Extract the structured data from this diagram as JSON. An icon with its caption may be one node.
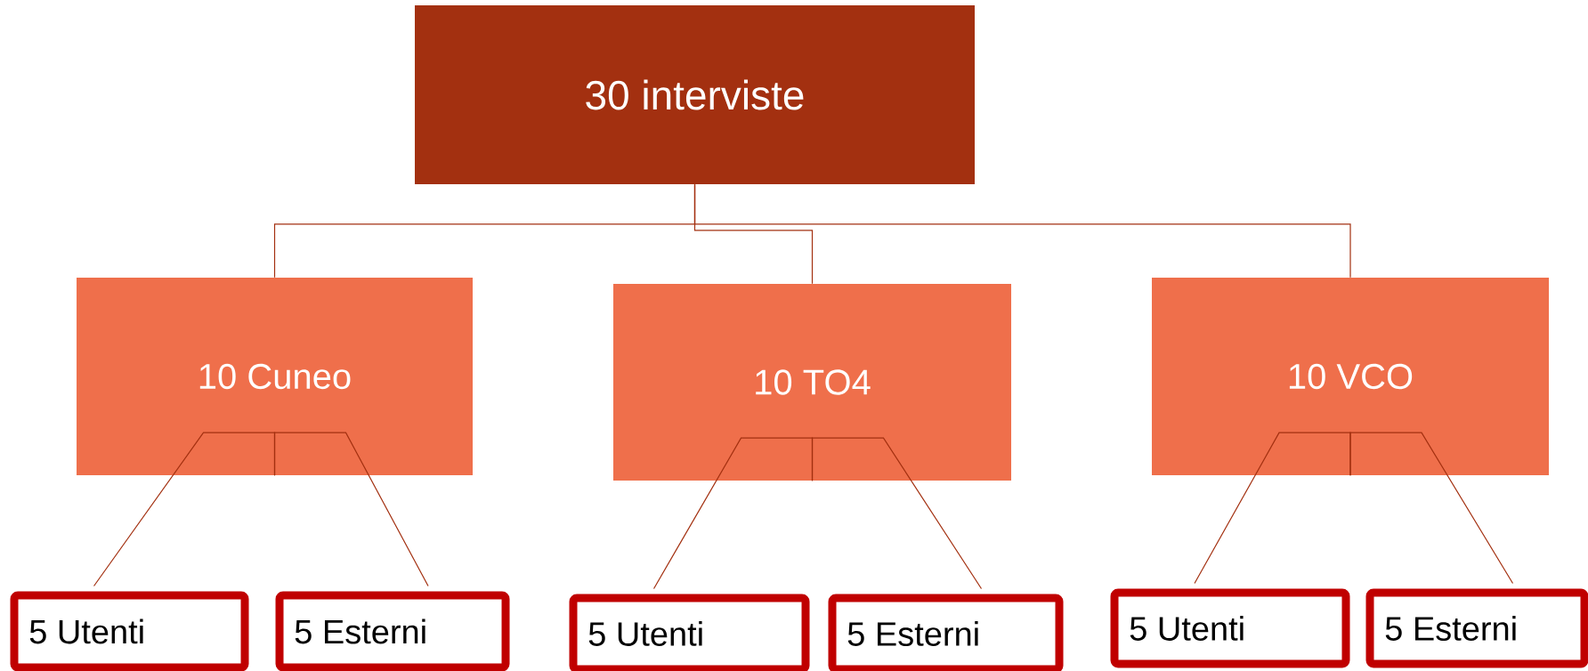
{
  "diagram": {
    "nodes": [
      {
        "text": [
          "30 interviste"
        ]
      },
      {
        "text": [
          "10 Cuneo"
        ]
      },
      {
        "text": [
          "10 TO4"
        ]
      },
      {
        "text": [
          "10 VCO"
        ]
      },
      {
        "text": [
          "5 Utenti"
        ]
      },
      {
        "text": [
          "5 Esterni"
        ]
      },
      {
        "text": [
          "5 Utenti"
        ]
      },
      {
        "text": [
          "5 Esterni"
        ]
      },
      {
        "text": [
          "5 Utenti"
        ]
      },
      {
        "text": [
          "5 Esterni"
        ]
      }
    ],
    "edges": [
      {
        "from": 0,
        "to": 1,
        "arrow": "none"
      },
      {
        "from": 0,
        "to": 2,
        "arrow": "none"
      },
      {
        "from": 0,
        "to": 3,
        "arrow": "none"
      },
      {
        "from": 1,
        "to": 4,
        "arrow": "none"
      },
      {
        "from": 1,
        "to": 5,
        "arrow": "none"
      },
      {
        "from": 2,
        "to": 6,
        "arrow": "none"
      },
      {
        "from": 2,
        "to": 7,
        "arrow": "none"
      },
      {
        "from": 3,
        "to": 8,
        "arrow": "none"
      },
      {
        "from": 3,
        "to": 9,
        "arrow": "none"
      }
    ]
  }
}
